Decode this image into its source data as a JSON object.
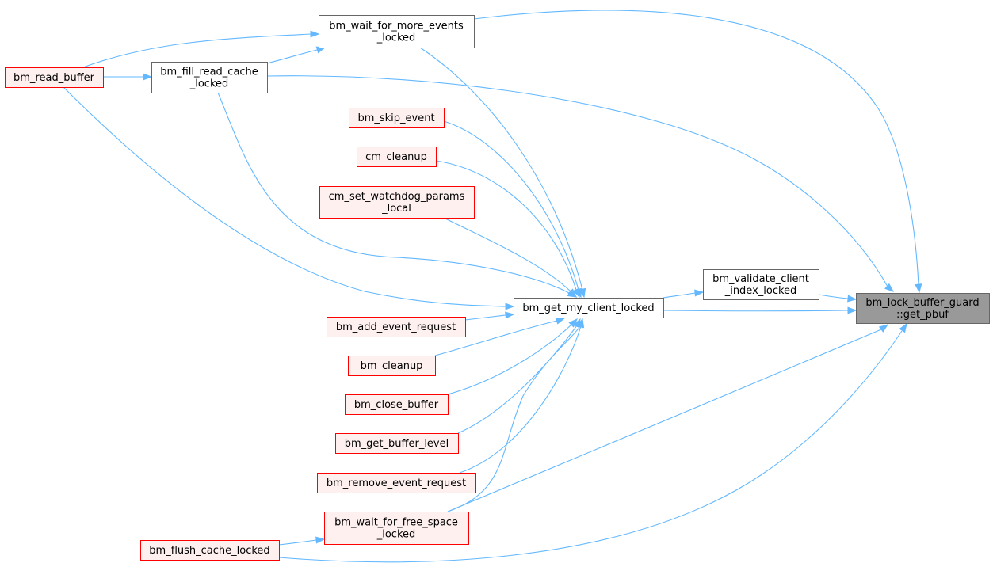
{
  "diagram": {
    "type": "caller-graph",
    "colors": {
      "edge": "#63b8ff",
      "target_fill": "#999999",
      "target_border": "#666666",
      "normal_fill": "#ffffff",
      "normal_border": "#666666",
      "truncated_fill": "#fff0f0",
      "truncated_border": "#ff0000"
    },
    "nodes": [
      {
        "id": "get_pbuf",
        "lines": [
          "bm_lock_buffer_guard",
          "::get_pbuf"
        ],
        "style": "target"
      },
      {
        "id": "validate",
        "lines": [
          "bm_validate_client",
          "_index_locked"
        ],
        "style": "normal"
      },
      {
        "id": "get_my_client",
        "lines": [
          "bm_get_my_client_locked"
        ],
        "style": "normal"
      },
      {
        "id": "wait_more",
        "lines": [
          "bm_wait_for_more_events",
          "_locked"
        ],
        "style": "normal"
      },
      {
        "id": "fill_cache",
        "lines": [
          "bm_fill_read_cache",
          "_locked"
        ],
        "style": "normal"
      },
      {
        "id": "read_buffer",
        "lines": [
          "bm_read_buffer"
        ],
        "style": "truncated"
      },
      {
        "id": "skip_event",
        "lines": [
          "bm_skip_event"
        ],
        "style": "truncated"
      },
      {
        "id": "cm_cleanup",
        "lines": [
          "cm_cleanup"
        ],
        "style": "truncated"
      },
      {
        "id": "cm_watchdog",
        "lines": [
          "cm_set_watchdog_params",
          "_local"
        ],
        "style": "truncated"
      },
      {
        "id": "add_event",
        "lines": [
          "bm_add_event_request"
        ],
        "style": "truncated"
      },
      {
        "id": "bm_cleanup",
        "lines": [
          "bm_cleanup"
        ],
        "style": "truncated"
      },
      {
        "id": "close_buffer",
        "lines": [
          "bm_close_buffer"
        ],
        "style": "truncated"
      },
      {
        "id": "buffer_level",
        "lines": [
          "bm_get_buffer_level"
        ],
        "style": "truncated"
      },
      {
        "id": "remove_event",
        "lines": [
          "bm_remove_event_request"
        ],
        "style": "truncated"
      },
      {
        "id": "wait_free",
        "lines": [
          "bm_wait_for_free_space",
          "_locked"
        ],
        "style": "truncated"
      },
      {
        "id": "flush_cache",
        "lines": [
          "bm_flush_cache_locked"
        ],
        "style": "truncated"
      }
    ],
    "edges": [
      {
        "from": "wait_more",
        "to": "get_pbuf"
      },
      {
        "from": "fill_cache",
        "to": "get_pbuf"
      },
      {
        "from": "validate",
        "to": "get_pbuf"
      },
      {
        "from": "get_my_client",
        "to": "get_pbuf"
      },
      {
        "from": "wait_free",
        "to": "get_pbuf"
      },
      {
        "from": "flush_cache",
        "to": "get_pbuf"
      },
      {
        "from": "get_my_client",
        "to": "validate"
      },
      {
        "from": "wait_more",
        "to": "get_my_client"
      },
      {
        "from": "fill_cache",
        "to": "get_my_client"
      },
      {
        "from": "read_buffer",
        "to": "get_my_client"
      },
      {
        "from": "skip_event",
        "to": "get_my_client"
      },
      {
        "from": "cm_cleanup",
        "to": "get_my_client"
      },
      {
        "from": "cm_watchdog",
        "to": "get_my_client"
      },
      {
        "from": "add_event",
        "to": "get_my_client"
      },
      {
        "from": "bm_cleanup",
        "to": "get_my_client"
      },
      {
        "from": "close_buffer",
        "to": "get_my_client"
      },
      {
        "from": "buffer_level",
        "to": "get_my_client"
      },
      {
        "from": "remove_event",
        "to": "get_my_client"
      },
      {
        "from": "wait_free",
        "to": "get_my_client"
      },
      {
        "from": "read_buffer",
        "to": "wait_more"
      },
      {
        "from": "fill_cache",
        "to": "wait_more"
      },
      {
        "from": "read_buffer",
        "to": "fill_cache"
      },
      {
        "from": "flush_cache",
        "to": "wait_free"
      }
    ]
  }
}
